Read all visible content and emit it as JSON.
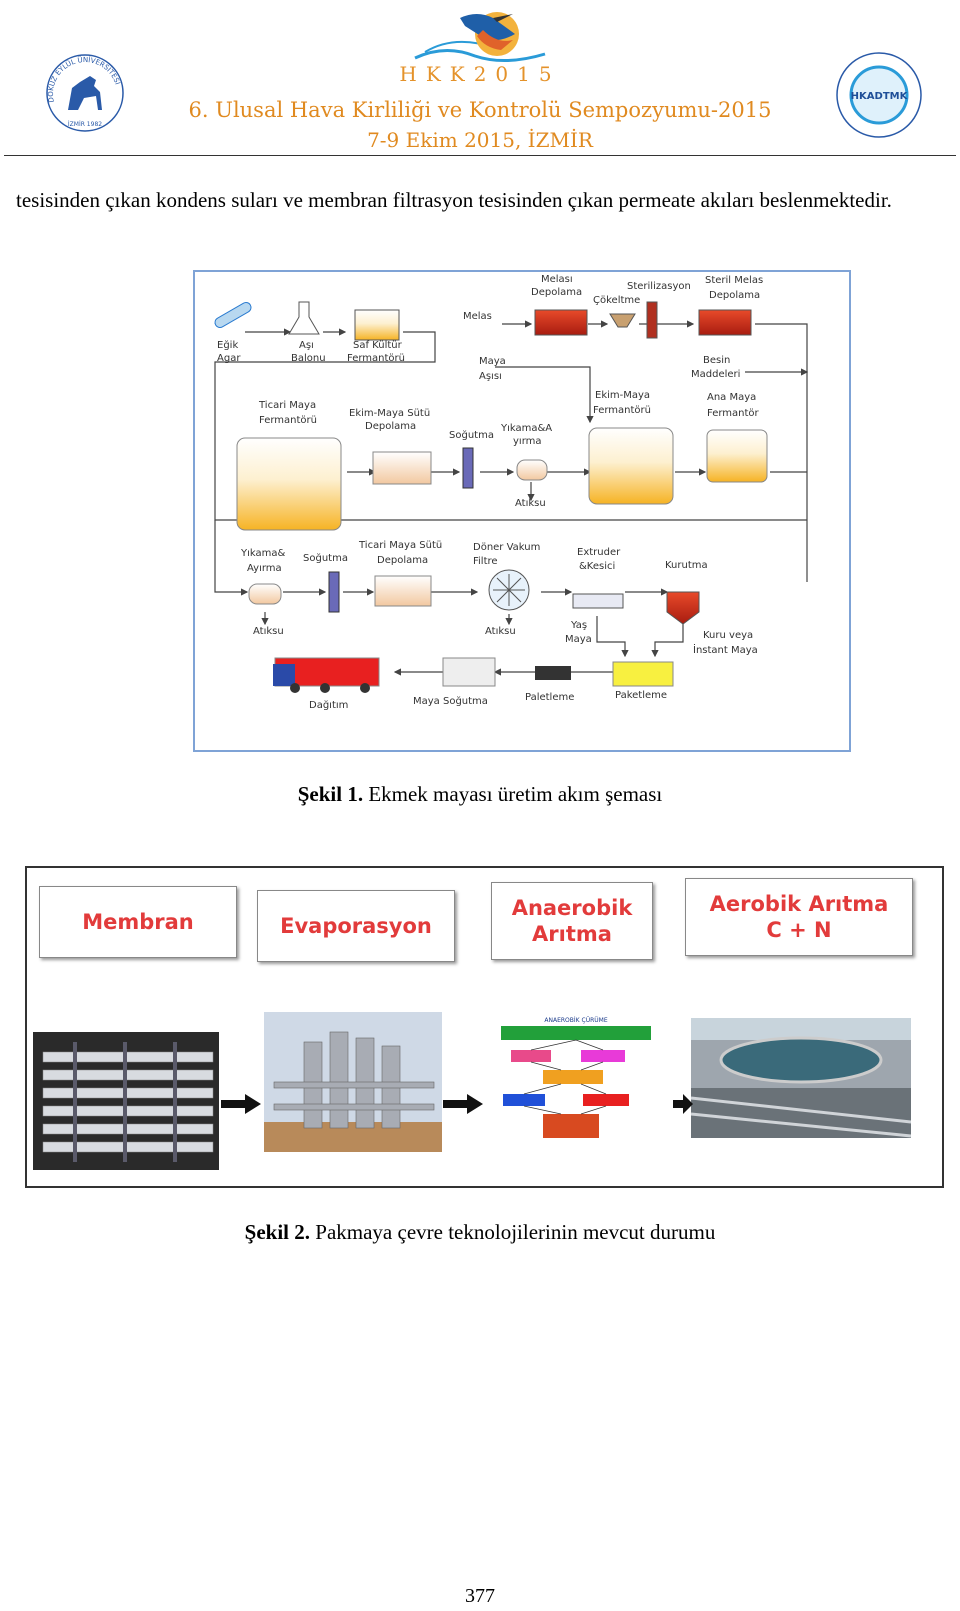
{
  "header": {
    "event_short": "HKK2015",
    "title": "6. Ulusal Hava Kirliliği ve Kontrolü Sempozyumu-2015",
    "dates": "7-9 Ekim 2015, İZMİR",
    "left_logo_text": "DOKUZ EYLÜL ÜNİVERSİTESİ",
    "left_logo_sub": "İZMİR 1982",
    "right_logo_text": "HKADTMK"
  },
  "body": {
    "paragraph": "tesisinden çıkan kondens suları ve membran filtrasyon tesisinden çıkan permeate akıları beslenmektedir."
  },
  "figure1": {
    "caption_label": "Şekil 1.",
    "caption_text": " Ekmek mayası üretim akım şeması",
    "labels": {
      "egik_agar": [
        "Eğik",
        "Agar"
      ],
      "asi_balonu": [
        "Aşı",
        "Balonu"
      ],
      "saf_kultur": [
        "Saf Kültür",
        "Fermantörü"
      ],
      "melas": "Melas",
      "melas_depolama": [
        "Melası",
        "Depolama"
      ],
      "sterilizasyon": [
        "Sterilizasyon",
        "Çökeltme"
      ],
      "steril_melas": [
        "Steril Melas",
        "Depolama"
      ],
      "maya_asisi": [
        "Maya",
        "Aşısı"
      ],
      "besin": [
        "Besin",
        "Maddeleri"
      ],
      "ticari_maya_ferm": [
        "Ticari Maya",
        "Fermantörü"
      ],
      "ekim_maya_sutu": [
        "Ekim-Maya Sütü",
        "Depolama"
      ],
      "sogutma1": "Soğutma",
      "yikama1": [
        "Yıkama&A",
        "yırma"
      ],
      "atiksu1": "Atıksu",
      "ekim_maya_ferm": [
        "Ekim-Maya",
        "Fermantörü"
      ],
      "ana_maya": [
        "Ana Maya",
        "Fermantör"
      ],
      "yikama2": [
        "Yıkama&",
        "Ayırma"
      ],
      "sogutma2": "Soğutma",
      "ticari_sut": [
        "Ticari Maya Sütü",
        "Depolama"
      ],
      "doner_vakum": [
        "Döner Vakum",
        "Filtre"
      ],
      "extruder": [
        "Extruder",
        "&Kesici"
      ],
      "kurutma": "Kurutma",
      "atiksu2": "Atıksu",
      "atiksu3": "Atıksu",
      "yas_maya": [
        "Yaş",
        "Maya"
      ],
      "kuru_maya": [
        "Kuru veya",
        "İnstant Maya"
      ],
      "dagitim": "Dağıtım",
      "maya_sogutma": "Maya Soğutma",
      "paletleme": "Paletleme",
      "paketleme": "Paketleme"
    }
  },
  "figure2": {
    "caption_label": "Şekil 2.",
    "caption_text": " Pakmaya çevre teknolojilerinin mevcut durumu",
    "stages": [
      {
        "line1": "Membran",
        "line2": ""
      },
      {
        "line1": "Evaporasyon",
        "line2": ""
      },
      {
        "line1": "Anaerobik",
        "line2": "Arıtma"
      },
      {
        "line1": "Aerobik Arıtma",
        "line2": "C + N"
      }
    ],
    "anaerobic_title": "ANAEROBİK ÇÜRÜME"
  },
  "page_number": "377",
  "colors": {
    "header_orange": "#e08a20",
    "stage_red": "#e23b3b",
    "fig1_border": "#7fa3d6"
  }
}
